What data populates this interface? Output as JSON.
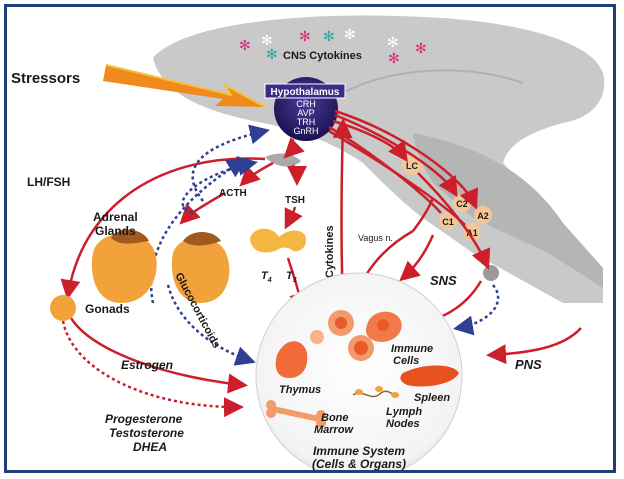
{
  "labels": {
    "cns_cytokines": "CNS Cytokines",
    "stressors": "Stressors",
    "hypothalamus": "Hypothalamus",
    "hormones": [
      "CRH",
      "AVP",
      "TRH",
      "GnRH"
    ],
    "lh_fsh": "LH/FSH",
    "adrenal_glands": [
      "Adrenal",
      "Glands"
    ],
    "gonads": "Gonads",
    "acth": "ACTH",
    "tsh": "TSH",
    "t4": "T",
    "t4_sub": "4",
    "t3": "T",
    "t3_sub": "3",
    "glucocorticoids": "Glucocorticoids",
    "cytokines": "Cytokines",
    "vagus": "Vagus n.",
    "lc": "LC",
    "c2": "C2",
    "a2": "A2",
    "c1": "C1",
    "a1": "A1",
    "sns": "SNS",
    "pns": "PNS",
    "estrogen": "Estrogen",
    "steroids": [
      "Progesterone",
      "Testosterone",
      "DHEA"
    ],
    "immune_cells": [
      "Immune",
      "Cells"
    ],
    "thymus": "Thymus",
    "spleen": "Spleen",
    "lymph_nodes": [
      "Lymph",
      "Nodes"
    ],
    "bone_marrow": [
      "Bone",
      "Marrow"
    ],
    "immune_system": [
      "Immune System",
      "(Cells & Organs)"
    ]
  },
  "colors": {
    "frame": "#1f3f79",
    "arrow_red": "#cc1e2b",
    "arrow_blue": "#2e3f94",
    "brain_gray": "#c8c8c8",
    "hypothalamus_purple": "#2a1a6b",
    "organ_orange": "#f2a23a",
    "nucleus_peach": "#f4c79a"
  }
}
